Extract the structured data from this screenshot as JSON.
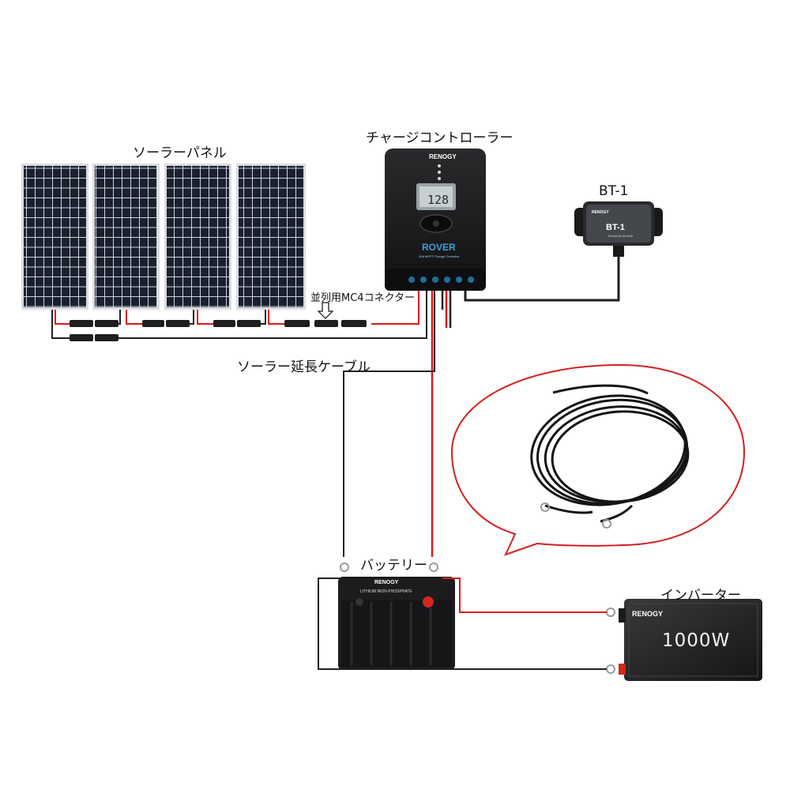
{
  "labels": {
    "solar_panels": "ソーラーパネル",
    "charge_controller": "チャージコントローラー",
    "bt1": "BT-1",
    "mc4_connector": "並列用MC4コネクター",
    "extension_cable": "ソーラー延長ケーブル",
    "battery": "バッテリー",
    "inverter": "インバーター"
  },
  "device_text": {
    "brand": "RENOGY",
    "controller_model": "ROVER",
    "controller_sub": "40A MPPT Charge Controller",
    "controller_display": "128",
    "bt1_face": "BT-1",
    "bt1_sub": "Bluetooth Module",
    "battery_face": "LITHIUM IRON PHOSPHATE",
    "inverter_face": "1000W"
  },
  "colors": {
    "wire_positive": "#e0161b",
    "wire_negative": "#222222",
    "callout_outline": "#d42020",
    "panel_cell": "#1a1f2e",
    "device_body": "#1c1c1e"
  }
}
